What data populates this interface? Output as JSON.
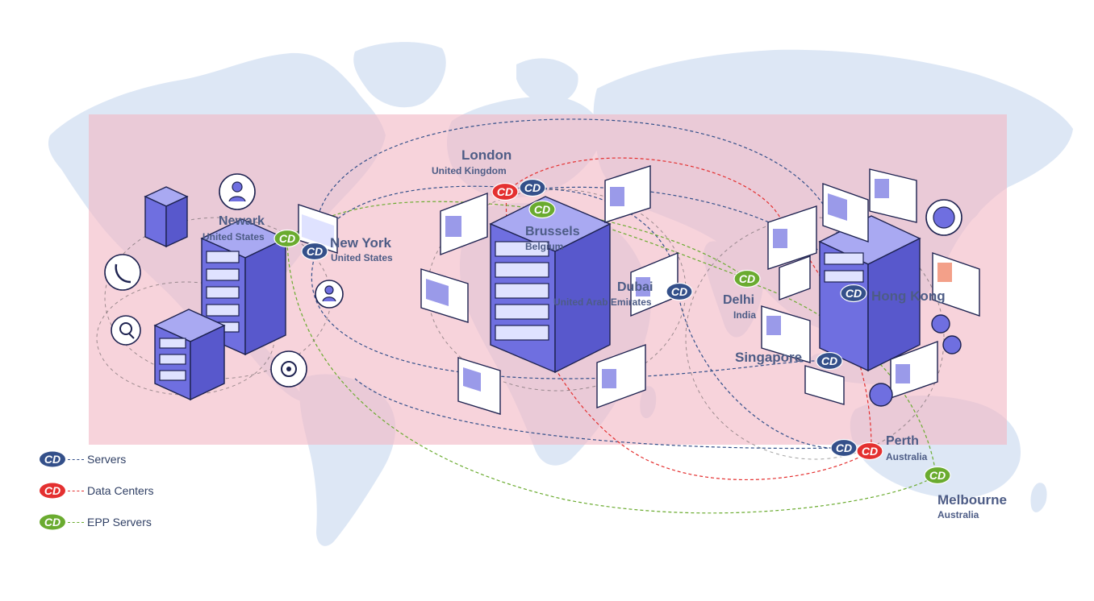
{
  "map": {
    "colors": {
      "land": "#dde7f5",
      "overlay": "#f2b8c5",
      "servers": "#34508a",
      "data_centers": "#e43030",
      "epp_servers": "#6aab2f",
      "server_block": "#6f6fe0",
      "label": "#4d5c86"
    },
    "locations": [
      {
        "id": "london",
        "city": "London",
        "country": "United Kingdom",
        "markers": [
          "data_centers",
          "servers"
        ]
      },
      {
        "id": "brussels",
        "city": "Brussels",
        "country": "Belgium",
        "markers": [
          "epp_servers"
        ]
      },
      {
        "id": "newark",
        "city": "Newark",
        "country": "United States",
        "markers": [
          "epp_servers"
        ]
      },
      {
        "id": "new-york",
        "city": "New York",
        "country": "United States",
        "markers": [
          "servers"
        ]
      },
      {
        "id": "dubai",
        "city": "Dubai",
        "country": "United Arab Emirates",
        "markers": [
          "servers"
        ]
      },
      {
        "id": "delhi",
        "city": "Delhi",
        "country": "India",
        "markers": [
          "epp_servers"
        ]
      },
      {
        "id": "hong-kong",
        "city": "Hong Kong",
        "country": "",
        "markers": [
          "servers"
        ]
      },
      {
        "id": "singapore",
        "city": "Singapore",
        "country": "",
        "markers": [
          "servers"
        ]
      },
      {
        "id": "perth",
        "city": "Perth",
        "country": "Australia",
        "markers": [
          "servers",
          "data_centers"
        ]
      },
      {
        "id": "melbourne",
        "city": "Melbourne",
        "country": "Australia",
        "markers": [
          "epp_servers"
        ]
      }
    ],
    "badge_text": "CD",
    "icons": [
      "server-rack-icon",
      "phone-icon",
      "person-icon",
      "gear-icon",
      "search-icon",
      "browser-window-icon",
      "profile-card-icon",
      "coin-icon"
    ]
  },
  "legend": [
    {
      "key": "servers",
      "label": "Servers"
    },
    {
      "key": "data_centers",
      "label": "Data Centers"
    },
    {
      "key": "epp_servers",
      "label": "EPP Servers"
    }
  ]
}
